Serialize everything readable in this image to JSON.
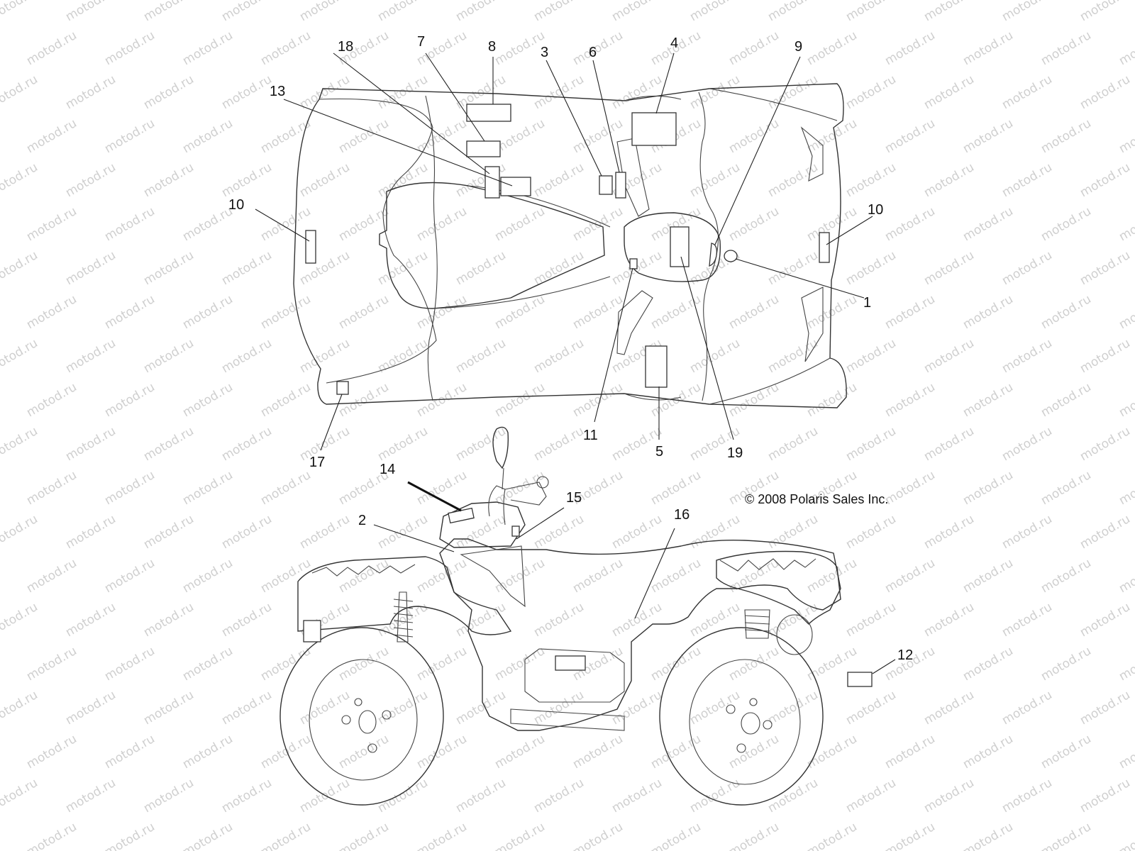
{
  "copyright": "© 2008 Polaris Sales Inc.",
  "watermark": "motod.ru",
  "callouts": {
    "top": {
      "c18": "18",
      "c7": "7",
      "c8": "8",
      "c3": "3",
      "c6": "6",
      "c4": "4",
      "c9": "9",
      "c13": "13",
      "c10_left": "10",
      "c10_right": "10",
      "c1": "1",
      "c11": "11",
      "c5": "5",
      "c19": "19",
      "c17": "17"
    },
    "side": {
      "c14": "14",
      "c15": "15",
      "c16": "16",
      "c2": "2",
      "c12": "12"
    }
  }
}
